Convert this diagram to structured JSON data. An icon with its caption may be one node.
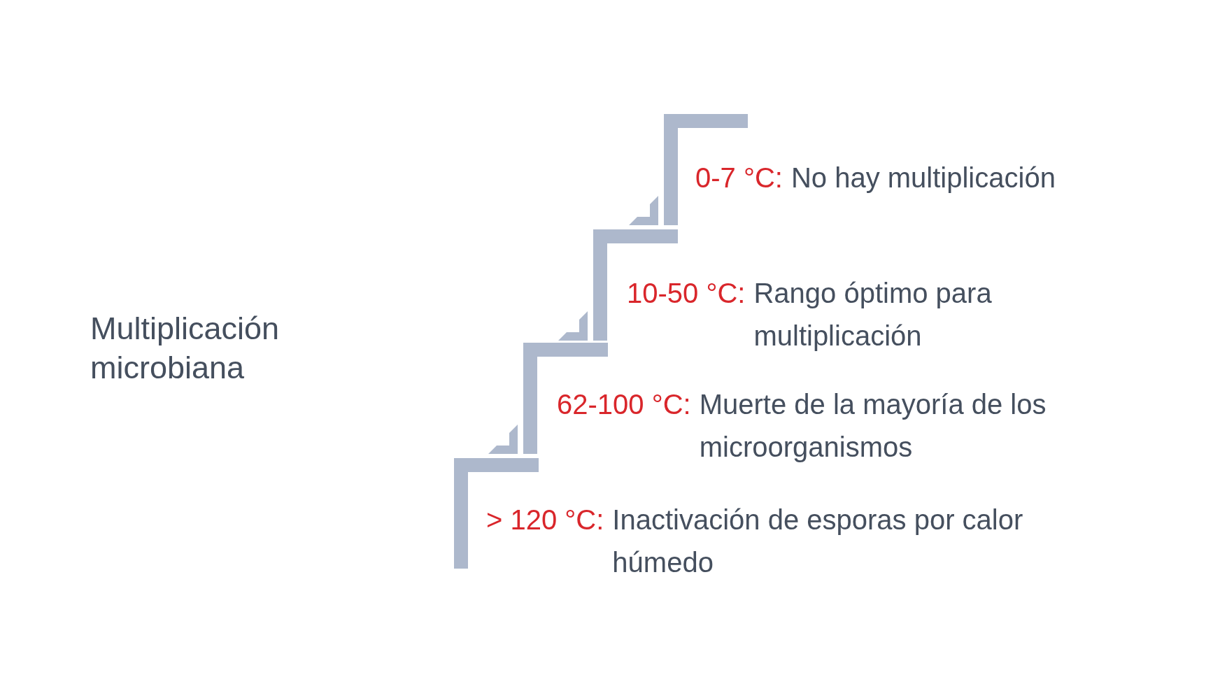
{
  "diagram": {
    "title": "Multiplicación microbiana",
    "nodes": [
      {
        "text": [
          "0-7 °C:",
          "No hay multiplicación"
        ]
      },
      {
        "text": [
          "10-50 °C:",
          "Rango óptimo para multiplicación"
        ]
      },
      {
        "text": [
          "62-100 °C:",
          "Muerte de la mayoría de los microorganismos"
        ]
      },
      {
        "text": [
          "> 120 °C:",
          "Inactivación de esporas por calor húmedo"
        ]
      }
    ],
    "edges": []
  }
}
